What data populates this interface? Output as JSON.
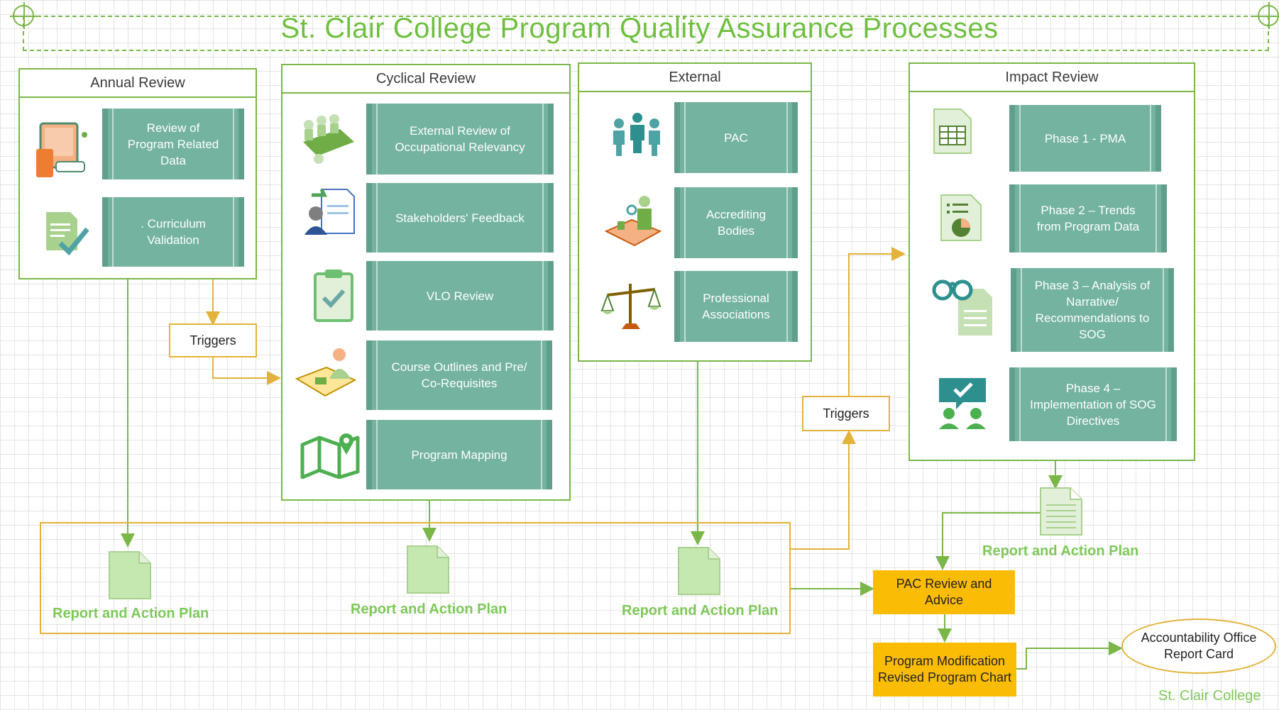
{
  "title": "St. Clair College Program Quality Assurance Processes",
  "panels": {
    "annual": {
      "header": "Annual Review",
      "items": [
        {
          "label": "Review of Program Related Data",
          "icon": "tablet-data-icon"
        },
        {
          "label": ". Curriculum Validation",
          "icon": "document-check-icon"
        }
      ]
    },
    "cyclical": {
      "header": "Cyclical Review",
      "items": [
        {
          "label": "External Review of Occupational Relevancy",
          "icon": "meeting-table-icon"
        },
        {
          "label": "Stakeholders' Feedback",
          "icon": "feedback-form-icon"
        },
        {
          "label": "VLO Review",
          "icon": "clipboard-check-icon"
        },
        {
          "label": "Course Outlines and Pre/ Co-Requisites",
          "icon": "person-writing-icon"
        },
        {
          "label": "Program Mapping",
          "icon": "map-pin-icon"
        }
      ]
    },
    "external": {
      "header": "External",
      "items": [
        {
          "label": "PAC",
          "icon": "people-group-icon"
        },
        {
          "label": "Accrediting Bodies",
          "icon": "inspector-icon"
        },
        {
          "label": "Professional Associations",
          "icon": "scales-icon"
        }
      ]
    },
    "impact": {
      "header": "Impact Review",
      "items": [
        {
          "label": "Phase 1 - PMA",
          "icon": "spreadsheet-icon"
        },
        {
          "label": "Phase 2 – Trends from Program Data",
          "icon": "pie-report-icon"
        },
        {
          "label": "Phase 3 – Analysis of Narrative/ Recommendations to SOG",
          "icon": "binoculars-doc-icon"
        },
        {
          "label": "Phase 4 – Implementation of SOG Directives",
          "icon": "discussion-icon"
        }
      ]
    }
  },
  "triggers": [
    "Triggers",
    "Triggers"
  ],
  "reports": [
    "Report and Action Plan",
    "Report and Action Plan",
    "Report and Action Plan",
    "Report and Action Plan"
  ],
  "pac_review": "PAC Review and Advice",
  "program_mod": "Program Modification Revised Program Chart",
  "accountability": "Accountability Office Report Card",
  "footer": "St. Clair College",
  "colors": {
    "green_line": "#7ab648",
    "tile": "#73b39f",
    "orange": "#fbbc05",
    "gold_line": "#e2b23a",
    "label_green": "#7ec85a"
  }
}
